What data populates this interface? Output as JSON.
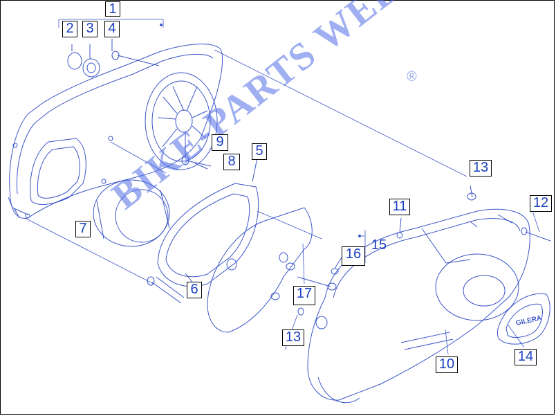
{
  "watermark": "BIKE-PARTS WEB",
  "watermark_mark": "®",
  "colors": {
    "line": "#3a55c8",
    "callout_text": "#1a3fbf",
    "watermark": "#5a78e6"
  },
  "callouts": [
    {
      "id": "c1",
      "label": "1"
    },
    {
      "id": "c2",
      "label": "2"
    },
    {
      "id": "c3",
      "label": "3"
    },
    {
      "id": "c4",
      "label": "4"
    },
    {
      "id": "c5",
      "label": "5"
    },
    {
      "id": "c6",
      "label": "6"
    },
    {
      "id": "c7",
      "label": "7"
    },
    {
      "id": "c8",
      "label": "8"
    },
    {
      "id": "c9",
      "label": "9"
    },
    {
      "id": "c10",
      "label": "10"
    },
    {
      "id": "c11",
      "label": "11"
    },
    {
      "id": "c12",
      "label": "12"
    },
    {
      "id": "c13a",
      "label": "13"
    },
    {
      "id": "c13b",
      "label": "13"
    },
    {
      "id": "c14",
      "label": "14"
    },
    {
      "id": "c15",
      "label": "15"
    },
    {
      "id": "c16",
      "label": "16"
    },
    {
      "id": "c17",
      "label": "17"
    }
  ],
  "emblem_text": "GILERA"
}
